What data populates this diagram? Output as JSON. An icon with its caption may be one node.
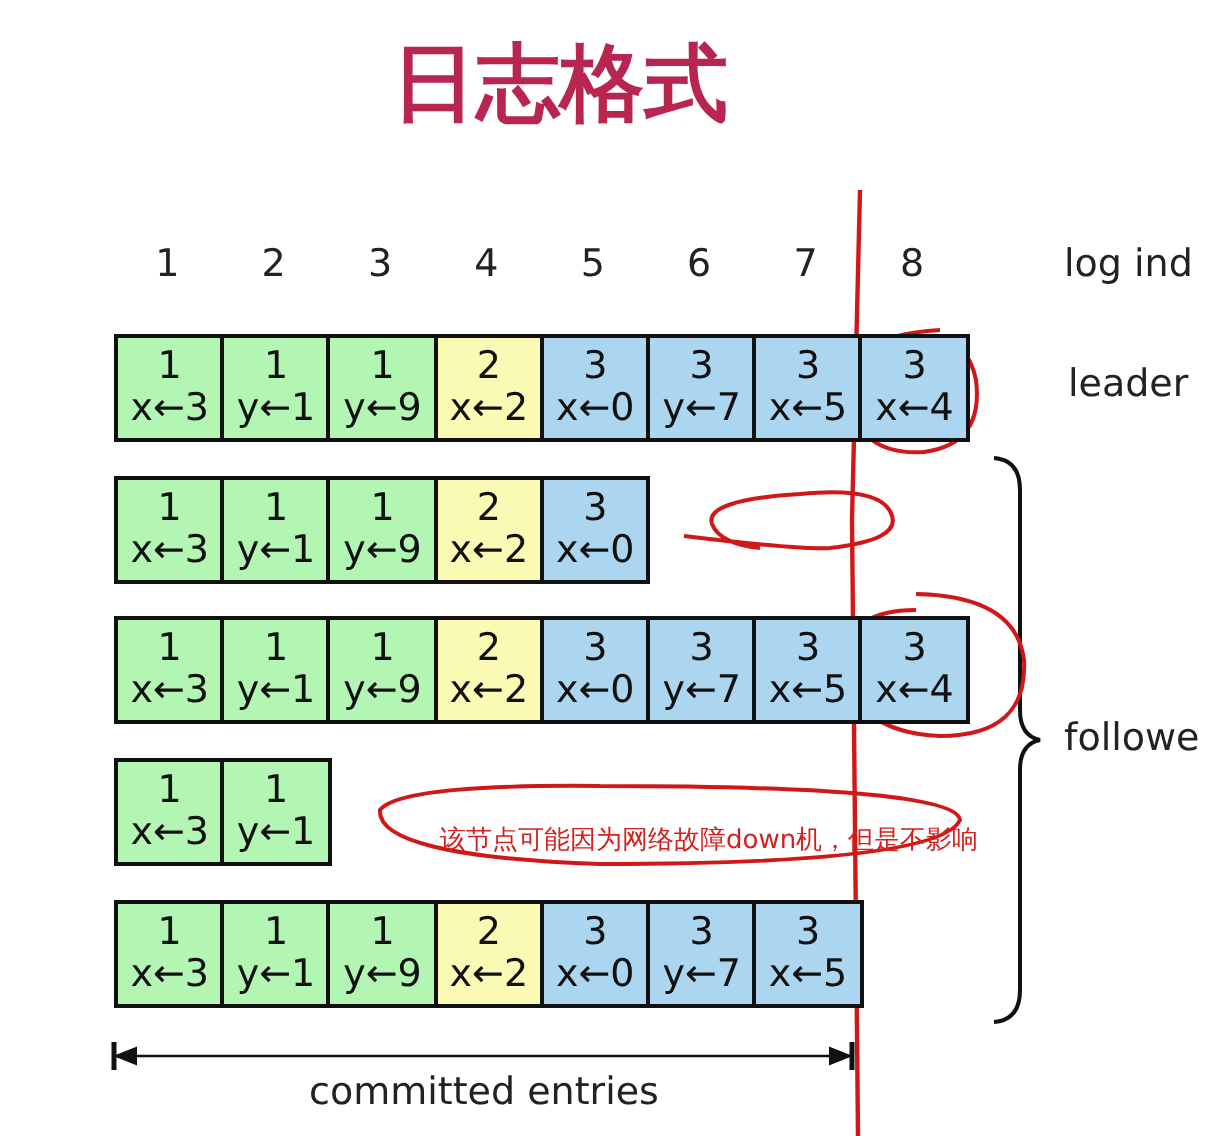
{
  "diagram": {
    "title": "日志格式",
    "nodes": [
      {
        "text": [
          "1",
          "x←3"
        ]
      },
      {
        "text": [
          "1",
          "y←1"
        ]
      },
      {
        "text": [
          "1",
          "y←9"
        ]
      },
      {
        "text": [
          "2",
          "x←2"
        ]
      },
      {
        "text": [
          "3",
          "x←0"
        ]
      },
      {
        "text": [
          "3",
          "y←7"
        ]
      },
      {
        "text": [
          "3",
          "x←5"
        ]
      },
      {
        "text": [
          "3",
          "x←4"
        ]
      },
      {
        "text": [
          "1",
          "x←3"
        ]
      },
      {
        "text": [
          "1",
          "y←1"
        ]
      },
      {
        "text": [
          "1",
          "y←9"
        ]
      },
      {
        "text": [
          "2",
          "x←2"
        ]
      },
      {
        "text": [
          "3",
          "x←0"
        ]
      },
      {
        "text": [
          "1",
          "x←3"
        ]
      },
      {
        "text": [
          "1",
          "y←1"
        ]
      },
      {
        "text": [
          "1",
          "y←9"
        ]
      },
      {
        "text": [
          "2",
          "x←2"
        ]
      },
      {
        "text": [
          "3",
          "x←0"
        ]
      },
      {
        "text": [
          "3",
          "y←7"
        ]
      },
      {
        "text": [
          "3",
          "x←5"
        ]
      },
      {
        "text": [
          "3",
          "x←4"
        ]
      },
      {
        "text": [
          "1",
          "x←3"
        ]
      },
      {
        "text": [
          "1",
          "y←1"
        ]
      },
      {
        "text": [
          "1",
          "x←3"
        ]
      },
      {
        "text": [
          "1",
          "y←1"
        ]
      },
      {
        "text": [
          "1",
          "y←9"
        ]
      },
      {
        "text": [
          "2",
          "x←2"
        ]
      },
      {
        "text": [
          "3",
          "x←0"
        ]
      },
      {
        "text": [
          "3",
          "y←7"
        ]
      },
      {
        "text": [
          "3",
          "x←5"
        ]
      }
    ],
    "edges": [],
    "labels": [
      "1",
      "2",
      "3",
      "4",
      "5",
      "6",
      "7",
      "8",
      "log ind",
      "leader",
      "followe",
      "该节点可能因为网络故障down机，但是不影响",
      "committed entries"
    ]
  }
}
